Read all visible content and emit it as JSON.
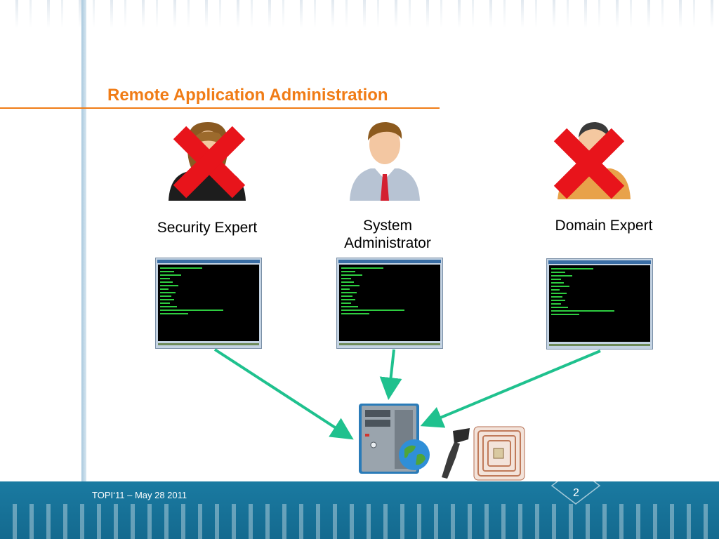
{
  "slide": {
    "title": "Remote Application Administration",
    "roles": [
      {
        "label": "Security Expert",
        "crossed": true
      },
      {
        "label_line1": "System",
        "label_line2": "Administrator",
        "crossed": false
      },
      {
        "label": "Domain Expert",
        "crossed": true
      }
    ],
    "icons": [
      "female-person-icon",
      "male-person-icon",
      "bald-person-icon",
      "terminal-window-icon",
      "server-icon",
      "globe-icon",
      "barcode-scanner-icon",
      "rfid-tag-icon",
      "red-x-icon"
    ],
    "colors": {
      "title": "#f07c16",
      "arrow": "#1fc18e",
      "cross": "#e8141b",
      "footer": "#1a7aa1"
    }
  },
  "footer": {
    "text": "TOPI‘11 – May 28 2011",
    "page": "2"
  }
}
